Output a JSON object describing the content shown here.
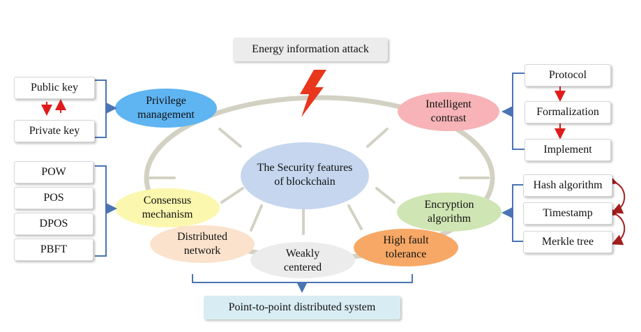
{
  "title": "Energy information attack",
  "center": "The Security features\nof blockchain",
  "bottom": "Point-to-point distributed system",
  "features": {
    "privilege": "Privilege\nmanagement",
    "intelligent": "Intelligent\ncontrast",
    "consensus": "Consensus\nmechanism",
    "encryption": "Encryption\nalgorithm",
    "distributed": "Distributed\nnetwork",
    "weakly": "Weakly\ncentered",
    "fault": "High fault\ntolerance"
  },
  "keys": [
    "Public key",
    "Private key"
  ],
  "consensus_items": [
    "POW",
    "POS",
    "DPOS",
    "PBFT"
  ],
  "contrast_items": [
    "Protocol",
    "Formalization",
    "Implement"
  ],
  "encryption_items": [
    "Hash algorithm",
    "Timestamp",
    "Merkle tree"
  ],
  "colors": {
    "privilege": "#5fb4f2",
    "intelligent": "#f7b3b7",
    "consensus": "#fbf7ae",
    "encryption": "#cfe6b4",
    "distributed": "#fbe2cc",
    "weakly": "#ececec",
    "fault": "#f7a866",
    "center": "#c5d6ee",
    "title_bg": "#ececec",
    "bottom_bg": "#d8ecf3",
    "bracket": "#4a74b3",
    "arrow": "#e01b1b",
    "ring": "#d3d1c3",
    "curly": "#a31d1d"
  }
}
